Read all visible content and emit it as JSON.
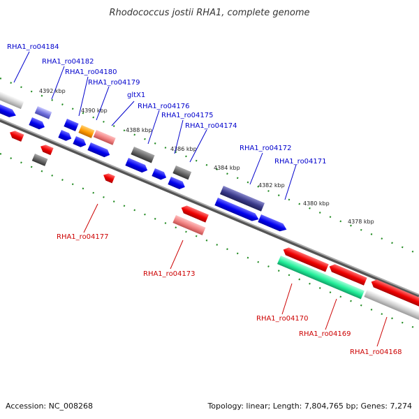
{
  "title": "Rhodococcus jostii RHA1, complete genome",
  "footer": {
    "accession": "Accession: NC_008268",
    "summary": "Topology: linear; Length: 7,804,765 bp; Genes: 7,274"
  },
  "colors": {
    "forward_label": "#0000cc",
    "reverse_label": "#cc0000",
    "backbone": "#777777",
    "tick": "#228b22"
  },
  "scale_ticks": [
    "4392 kbp",
    "4390 kbp",
    "4388 kbp",
    "4386 kbp",
    "4384 kbp",
    "4382 kbp",
    "4380 kbp",
    "4378 kbp"
  ],
  "forward_labels": [
    "RHA1_ro04184",
    "RHA1_ro04182",
    "RHA1_ro04180",
    "RHA1_ro04179",
    "gltX1",
    "RHA1_ro04176",
    "RHA1_ro04175",
    "RHA1_ro04174",
    "RHA1_ro04172",
    "RHA1_ro04171"
  ],
  "reverse_labels": [
    "RHA1_ro04177",
    "RHA1_ro04173",
    "RHA1_ro04170",
    "RHA1_ro04169",
    "RHA1_ro04168"
  ]
}
